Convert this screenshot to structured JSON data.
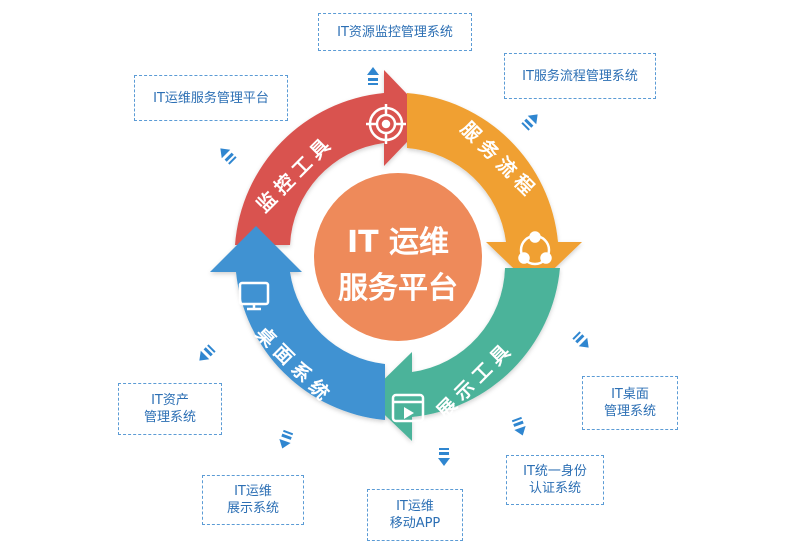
{
  "center": {
    "line1": "IT 运维",
    "line2": "服务平台"
  },
  "segments": {
    "monitor": {
      "label": "监控工具",
      "color": "#d9534f"
    },
    "process": {
      "label": "服务流程",
      "color": "#f0a030"
    },
    "display": {
      "label": "展示工具",
      "color": "#4cb39a"
    },
    "desktop": {
      "label": "桌面系统",
      "color": "#3f92d2"
    }
  },
  "center_color": "#ee8a5a",
  "boxes": {
    "resource_monitor": "IT资源监控管理系统",
    "service_process": "IT服务流程管理系统",
    "ops_platform": "IT运维服务管理平台",
    "desktop_mgmt": "IT桌面\n管理系统",
    "asset_mgmt": "IT资产\n管理系统",
    "identity_auth": "IT统一身份\n认证系统",
    "ops_display": "IT运维\n展示系统",
    "ops_mobile": "IT运维\n移动APP"
  }
}
